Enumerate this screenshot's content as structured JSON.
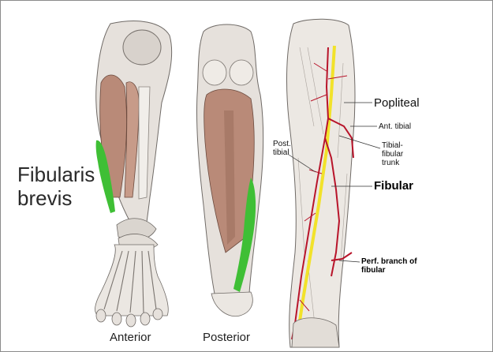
{
  "title_line1": "Fibularis",
  "title_line2": "brevis",
  "views": {
    "anterior": "Anterior",
    "posterior": "Posterior"
  },
  "arteries": {
    "popliteal": "Popliteal",
    "ant_tibial": "Ant. tibial",
    "post_tibial_l1": "Post.",
    "post_tibial_l2": "tibial",
    "tibiofibular_l1": "Tibial-",
    "tibiofibular_l2": "fibular",
    "tibiofibular_l3": "trunk",
    "fibular": "Fibular",
    "perf_l1": "Perf. branch of",
    "perf_l2": "fibular"
  },
  "colors": {
    "muscle_highlight": "#3fbf35",
    "muscle": "#b98a78",
    "artery": "#b8142a",
    "nerve": "#f2e22a"
  },
  "icons": [
    "anterior-leg-illustration",
    "posterior-leg-illustration",
    "leg-arteries-illustration"
  ]
}
